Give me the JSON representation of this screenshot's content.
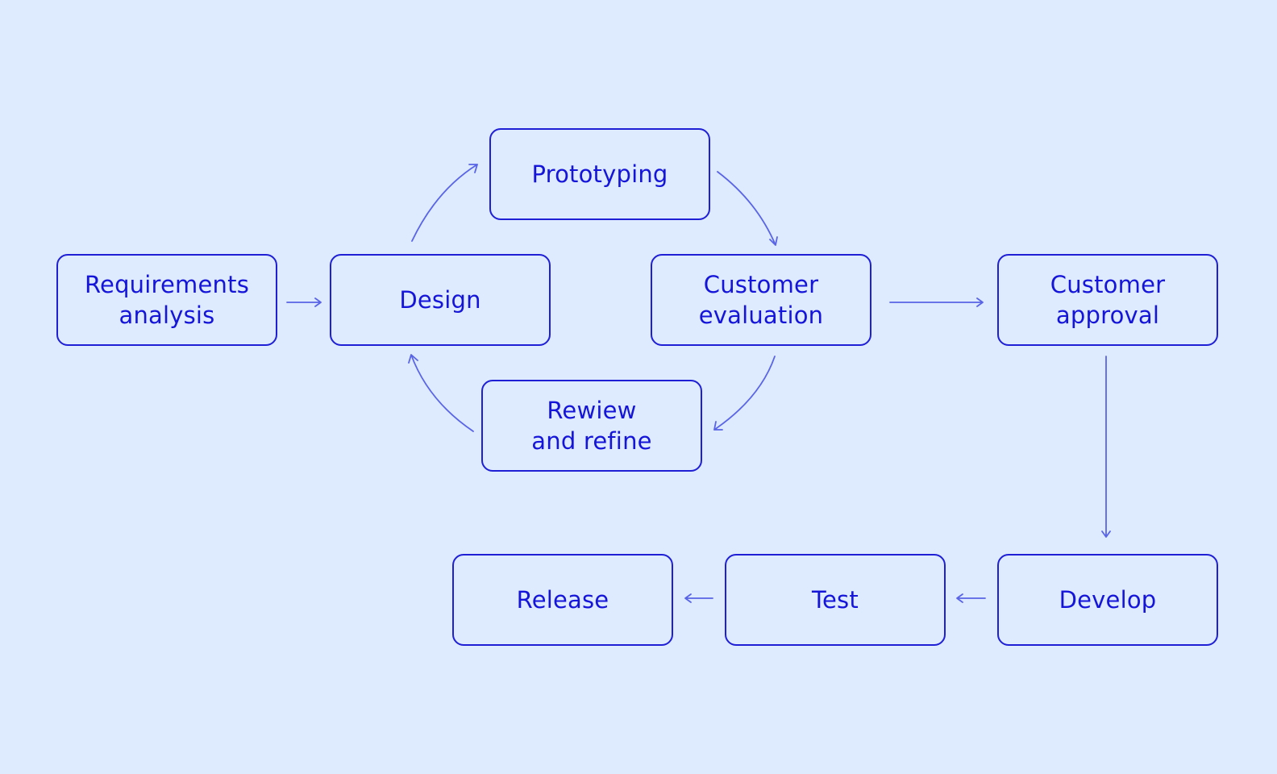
{
  "diagram": {
    "nodes": {
      "requirements": {
        "label": "Requirements\nanalysis"
      },
      "design": {
        "label": "Design"
      },
      "prototyping": {
        "label": "Prototyping"
      },
      "customer_evaluation": {
        "label": "Customer\nevaluation"
      },
      "review_refine": {
        "label": "Rewiew\nand refine"
      },
      "customer_approval": {
        "label": "Customer\napproval"
      },
      "develop": {
        "label": "Develop"
      },
      "test": {
        "label": "Test"
      },
      "release": {
        "label": "Release"
      }
    },
    "edges": [
      {
        "from": "Requirements analysis",
        "to": "Design"
      },
      {
        "from": "Design",
        "to": "Prototyping"
      },
      {
        "from": "Prototyping",
        "to": "Customer evaluation"
      },
      {
        "from": "Customer evaluation",
        "to": "Rewiew and refine"
      },
      {
        "from": "Rewiew and refine",
        "to": "Design"
      },
      {
        "from": "Customer evaluation",
        "to": "Customer approval"
      },
      {
        "from": "Customer approval",
        "to": "Develop"
      },
      {
        "from": "Develop",
        "to": "Test"
      },
      {
        "from": "Test",
        "to": "Release"
      }
    ]
  },
  "colors": {
    "background": "#deebff",
    "node_border": "#1f1fd6",
    "node_text": "#1515d9",
    "arrow": "#5964e6"
  }
}
